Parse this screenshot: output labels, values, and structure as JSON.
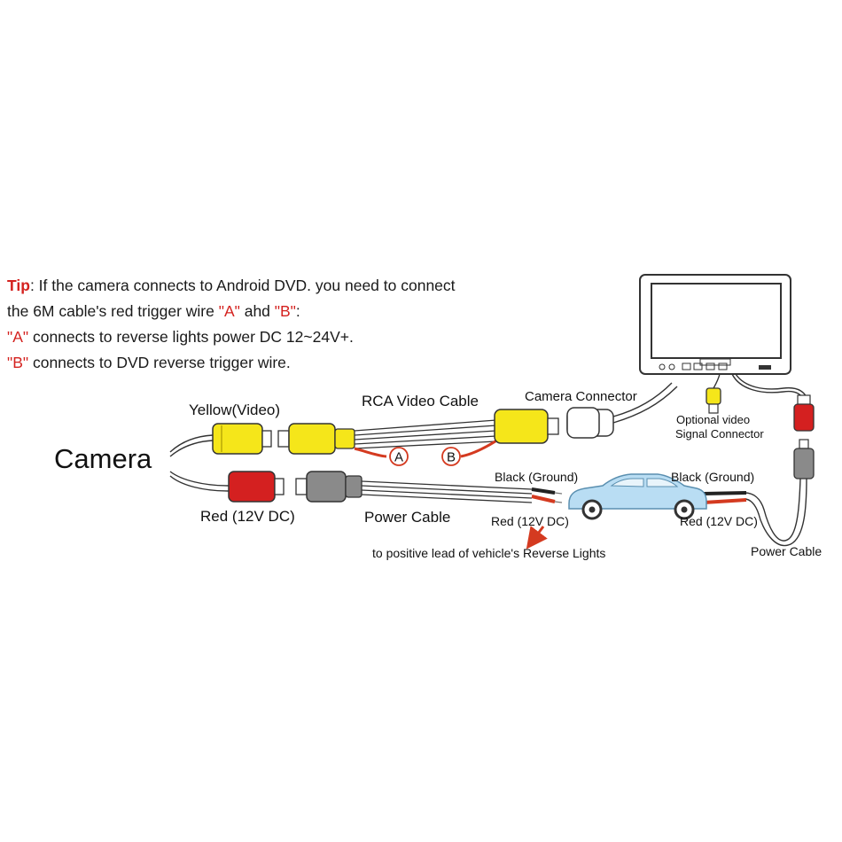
{
  "tip": {
    "prefix": "Tip",
    "line1": ": If the camera connects to Android DVD. you need to connect",
    "line2_a": "the 6M cable's red trigger wire ",
    "a_quoted": "\"A\"",
    "line2_and": " ahd ",
    "b_quoted": "\"B\"",
    "line2_end": ":",
    "line3_rest": " connects to reverse lights power DC 12~24V+.",
    "line4_rest": " connects to DVD reverse trigger wire."
  },
  "labels": {
    "camera": "Camera",
    "yellow_video": "Yellow(Video)",
    "red_12v": "Red (12V DC)",
    "rca_cable": "RCA Video Cable",
    "camera_connector": "Camera Connector",
    "optional_video_1": "Optional video",
    "optional_video_2": "Signal Connector",
    "power_cable_mid": "Power Cable",
    "black_ground_left": "Black (Ground)",
    "red_12v_left": "Red (12V DC)",
    "black_ground_right": "Black (Ground)",
    "red_12v_right": "Red (12V DC)",
    "power_cable_right": "Power Cable",
    "reverse_lights": "to positive lead of vehicle's Reverse Lights",
    "marker_a": "A",
    "marker_b": "B"
  },
  "colors": {
    "yellow_plug": "#f5e61a",
    "red_plug": "#d42020",
    "gray_plug": "#8a8a8a",
    "red_wire": "#d43a20",
    "car_body": "#b9ddf3",
    "tip_red": "#d4221f"
  }
}
